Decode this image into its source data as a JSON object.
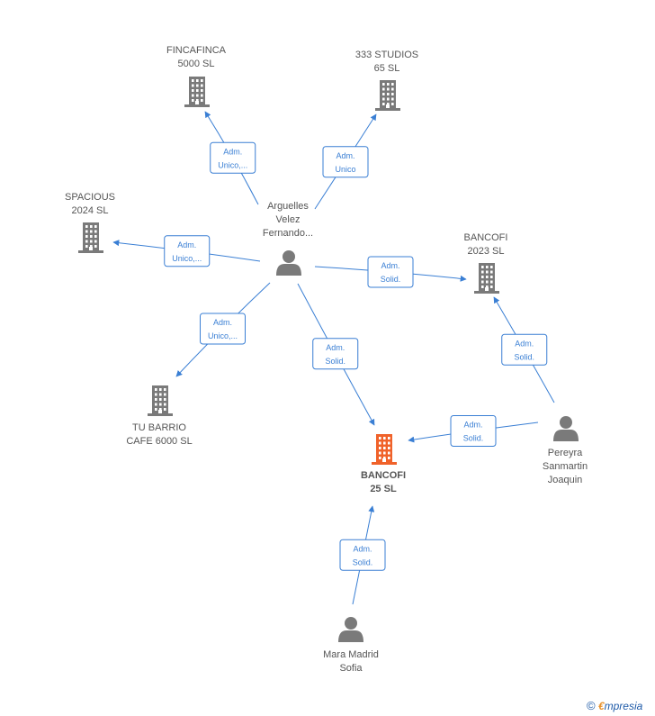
{
  "nodes": {
    "fincafinca": {
      "type": "company",
      "lines": [
        "FINCAFINCA",
        "5000  SL"
      ]
    },
    "studios333": {
      "type": "company",
      "lines": [
        "333 STUDIOS",
        "65  SL"
      ]
    },
    "spacious": {
      "type": "company",
      "lines": [
        "SPACIOUS",
        "2024  SL"
      ]
    },
    "bancofi2023": {
      "type": "company",
      "lines": [
        "BANCOFI",
        "2023  SL"
      ]
    },
    "tubarrio": {
      "type": "company",
      "lines": [
        "TU BARRIO",
        "CAFE 6000  SL"
      ]
    },
    "bancofi25": {
      "type": "company-main",
      "lines": [
        "BANCOFI",
        "25  SL"
      ]
    },
    "arguelles": {
      "type": "person",
      "lines": [
        "Arguelles",
        "Velez",
        "Fernando..."
      ]
    },
    "pereyra": {
      "type": "person",
      "lines": [
        "Pereyra",
        "Sanmartin",
        "Joaquin"
      ]
    },
    "mara": {
      "type": "person",
      "lines": [
        "Mara Madrid",
        "Sofia"
      ]
    }
  },
  "edges": [
    {
      "from": "arguelles",
      "to": "fincafinca",
      "label": [
        "Adm.",
        "Unico,..."
      ]
    },
    {
      "from": "arguelles",
      "to": "studios333",
      "label": [
        "Adm.",
        "Unico"
      ]
    },
    {
      "from": "arguelles",
      "to": "spacious",
      "label": [
        "Adm.",
        "Unico,..."
      ]
    },
    {
      "from": "arguelles",
      "to": "bancofi2023",
      "label": [
        "Adm.",
        "Solid."
      ]
    },
    {
      "from": "arguelles",
      "to": "tubarrio",
      "label": [
        "Adm.",
        "Unico,..."
      ]
    },
    {
      "from": "arguelles",
      "to": "bancofi25",
      "label": [
        "Adm.",
        "Solid."
      ]
    },
    {
      "from": "pereyra",
      "to": "bancofi2023",
      "label": [
        "Adm.",
        "Solid."
      ]
    },
    {
      "from": "pereyra",
      "to": "bancofi25",
      "label": [
        "Adm.",
        "Solid."
      ]
    },
    {
      "from": "mara",
      "to": "bancofi25",
      "label": [
        "Adm.",
        "Solid."
      ]
    }
  ],
  "colors": {
    "company": "#7a7a7a",
    "company_main": "#f0622a",
    "person": "#7a7a7a",
    "edge": "#3a7fd4"
  },
  "footer": {
    "copyright": "©",
    "brand_first": "€",
    "brand_rest": "mpresia"
  }
}
